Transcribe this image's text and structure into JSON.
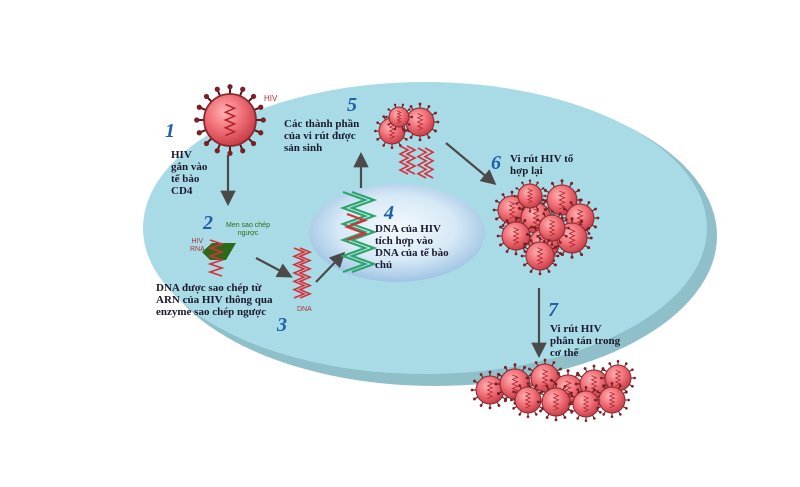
{
  "steps": [
    {
      "number": "1",
      "text": "HIV\ngắn vào\ntế bào\nCD4"
    },
    {
      "number": "2",
      "text": "DNA được sao chép từ\nARN của HIV thông qua\nenzyme sao chép ngược"
    },
    {
      "number": "3",
      "text": ""
    },
    {
      "number": "4",
      "text": "DNA của HIV\ntích hợp vào\nDNA của tế bào\nchủ"
    },
    {
      "number": "5",
      "text": "Các thành phần\ncủa vi rút được\nsản sinh"
    },
    {
      "number": "6",
      "text": "Vi rút HIV tổ\nhợp lại"
    },
    {
      "number": "7",
      "text": "Vi rút HIV\nphân tán trong\ncơ thể"
    }
  ],
  "labels": {
    "hiv": "HIV",
    "hiv_rna": "HIV\nRNA",
    "enzyme": "Men sao chép\nngược",
    "dna": "DNA"
  },
  "colors": {
    "cell": "#a9dbe6",
    "nucleus": "#cbe4f4",
    "virus": "#e65b64",
    "rna": "#d6303a",
    "dna_green": "#2aa56c",
    "enzyme": "#2c6a18",
    "step_number": "#1f5fa8"
  }
}
